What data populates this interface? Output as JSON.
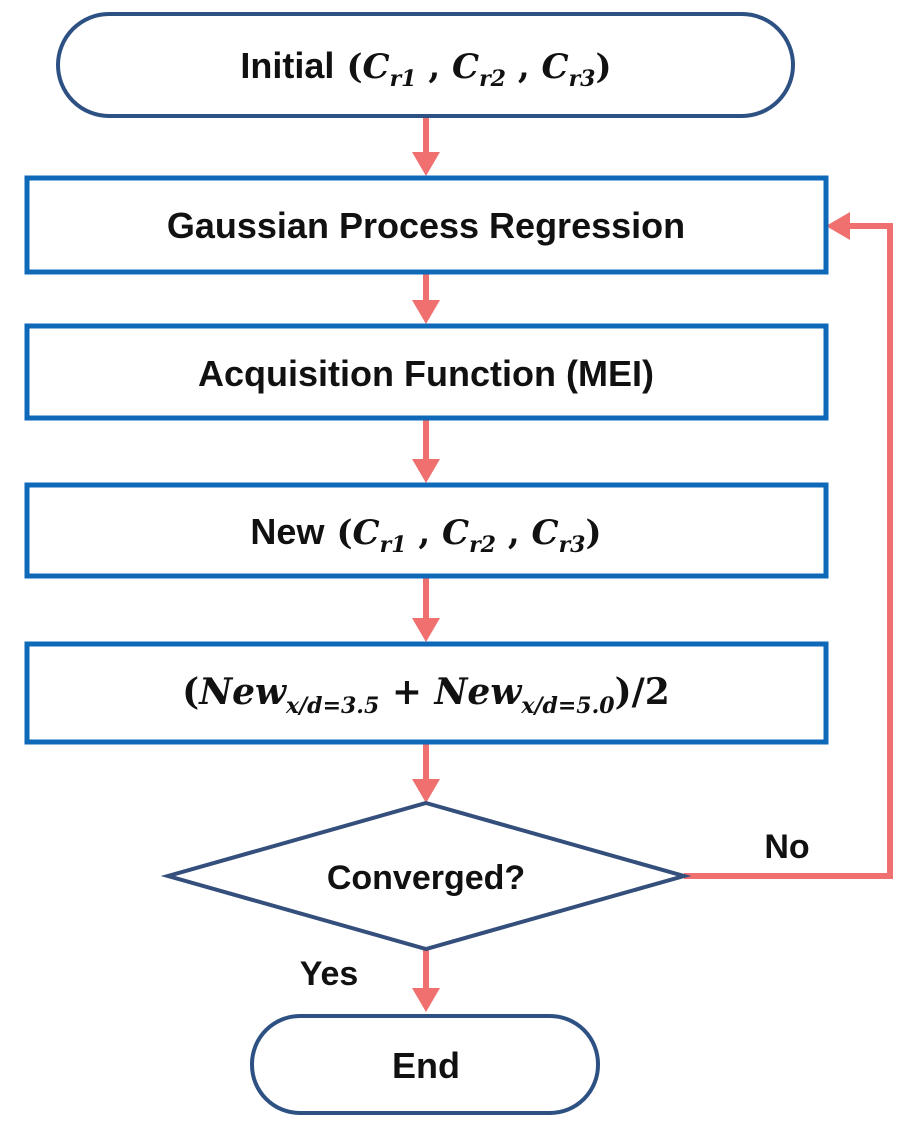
{
  "colors": {
    "node_stroke": "#0e6ab8",
    "terminal_stroke": "#2e5183",
    "diamond_stroke": "#344f7c",
    "arrow": "#f07070"
  },
  "nodes": {
    "initial": {
      "label": "Initial",
      "math": [
        "C",
        "r1",
        "C",
        "r2",
        "C",
        "r3"
      ]
    },
    "gpr": {
      "label": "Gaussian Process Regression"
    },
    "acquisition": {
      "label": "Acquisition Function (MEI)"
    },
    "new": {
      "label": "New",
      "math": [
        "C",
        "r1",
        "C",
        "r2",
        "C",
        "r3"
      ]
    },
    "average": {
      "term": "New",
      "sub1": "x/d=3.5",
      "sub2": "x/d=5.0",
      "divisor": "2"
    },
    "converged": {
      "label": "Converged?"
    },
    "end": {
      "label": "End"
    }
  },
  "edges": {
    "no_label": "No",
    "yes_label": "Yes"
  }
}
